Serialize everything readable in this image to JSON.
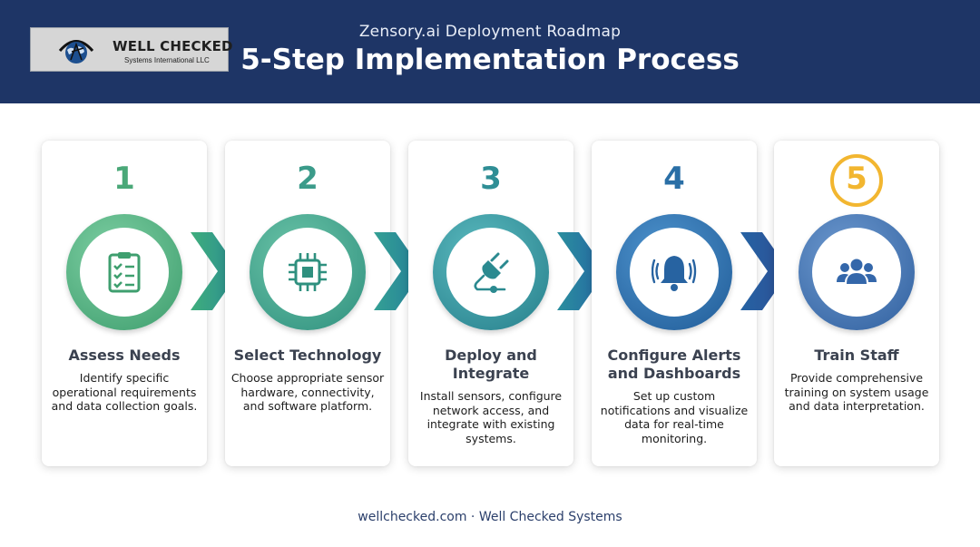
{
  "header": {
    "subtitle": "Zensory.ai Deployment Roadmap",
    "title": "5-Step Implementation Process",
    "logo": {
      "name": "WELL CHECKED",
      "tagline": "Systems International LLC"
    }
  },
  "steps": [
    {
      "number": "1",
      "title": "Assess Needs",
      "description": "Identify specific operational requirements and data collection goals.",
      "icon": "clipboard-checklist-icon",
      "color": "#4aa878"
    },
    {
      "number": "2",
      "title": "Select Technology",
      "description": "Choose appropriate sensor hardware, connectivity, and software platform.",
      "icon": "microchip-icon",
      "color": "#3b9b8a"
    },
    {
      "number": "3",
      "title": "Deploy and Integrate",
      "description": "Install sensors, configure network access, and integrate with existing systems.",
      "icon": "plug-icon",
      "color": "#2f8e95"
    },
    {
      "number": "4",
      "title": "Configure Alerts and Dashboards",
      "description": "Set up custom notifications and visualize data for real-time monitoring.",
      "icon": "bell-alert-icon",
      "color": "#2a6fa6"
    },
    {
      "number": "5",
      "title": "Train Staff",
      "description": "Provide comprehensive training on system usage and data interpretation.",
      "icon": "users-group-icon",
      "color": "#3064a8",
      "number_highlight": "#f2b630"
    }
  ],
  "footer": {
    "text": "wellchecked.com · Well Checked Systems"
  }
}
